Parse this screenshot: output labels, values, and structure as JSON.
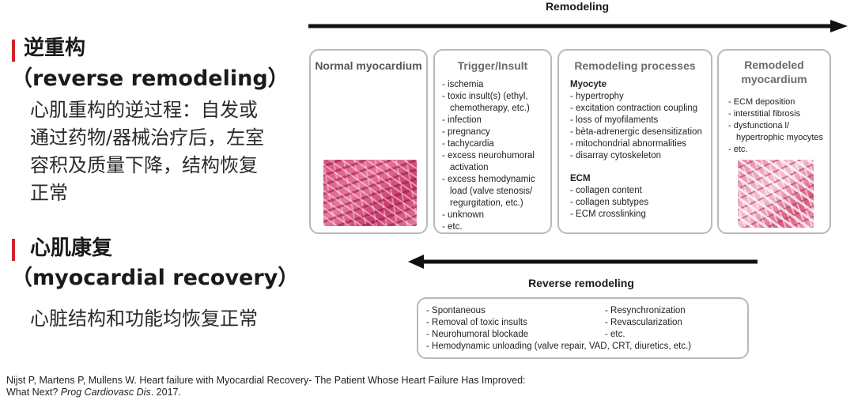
{
  "left": {
    "section1": {
      "title": "逆重构",
      "subtitle": "（reverse remodeling）",
      "description_lines": [
        "心肌重构的逆过程：自发或",
        "通过药物/器械治疗后，左室",
        "容积及质量下降，结构恢复",
        "正常"
      ]
    },
    "section2": {
      "title": "心肌康复",
      "subtitle": "（myocardial recovery）",
      "description": "心脏结构和功能均恢复正常"
    },
    "accent_color": "#d0232a"
  },
  "diagram": {
    "top_arrow_label": "Remodeling",
    "bottom_arrow_label": "Reverse remodeling",
    "boxes": {
      "normal": {
        "title": "Normal myocardium"
      },
      "trigger": {
        "title": "Trigger/Insult",
        "items": [
          "- ischemia",
          "- toxic insult(s) (ethyl, chemotherapy, etc.)",
          "- infection",
          "- pregnancy",
          "- tachycardia",
          "- excess neurohumoral activation",
          "- excess hemodynamic load (valve stenosis/ regurgitation, etc.)",
          "- unknown",
          "- etc."
        ]
      },
      "processes": {
        "title": "Remodeling processes",
        "myocyte_head": "Myocyte",
        "myocyte_items": [
          "- hypertrophy",
          "- excitation contraction coupling",
          "- loss of myofilaments",
          "- bèta-adrenergic desensitization",
          "- mitochondrial abnormalities",
          "- disarray cytoskeleton"
        ],
        "ecm_head": "ECM",
        "ecm_items": [
          "- collagen content",
          "- collagen subtypes",
          "- ECM crosslinking"
        ]
      },
      "remodeled": {
        "title": "Remodeled myocardium",
        "items": [
          "- ECM deposition",
          "- interstitial fibrosis",
          "- dysfunctiona l/ hypertrophic myocytes",
          "- etc."
        ]
      }
    },
    "reverse_box": {
      "left_items": [
        "- Spontaneous",
        "- Removal of toxic insults",
        "- Neurohumoral blockade",
        "- Hemodynamic unloading (valve repair, VAD, CRT, diuretics, etc.)"
      ],
      "right_items": [
        "- Resynchronization",
        "- Revascularization",
        "- etc."
      ]
    }
  },
  "citation": {
    "line1": "Nijst P, Martens P, Mullens W. Heart failure with Myocardial Recovery- The Patient Whose Heart Failure Has Improved:",
    "line2_plain": "What Next? ",
    "journal": "Prog Cardiovasc Dis",
    "year": ". 2017."
  }
}
